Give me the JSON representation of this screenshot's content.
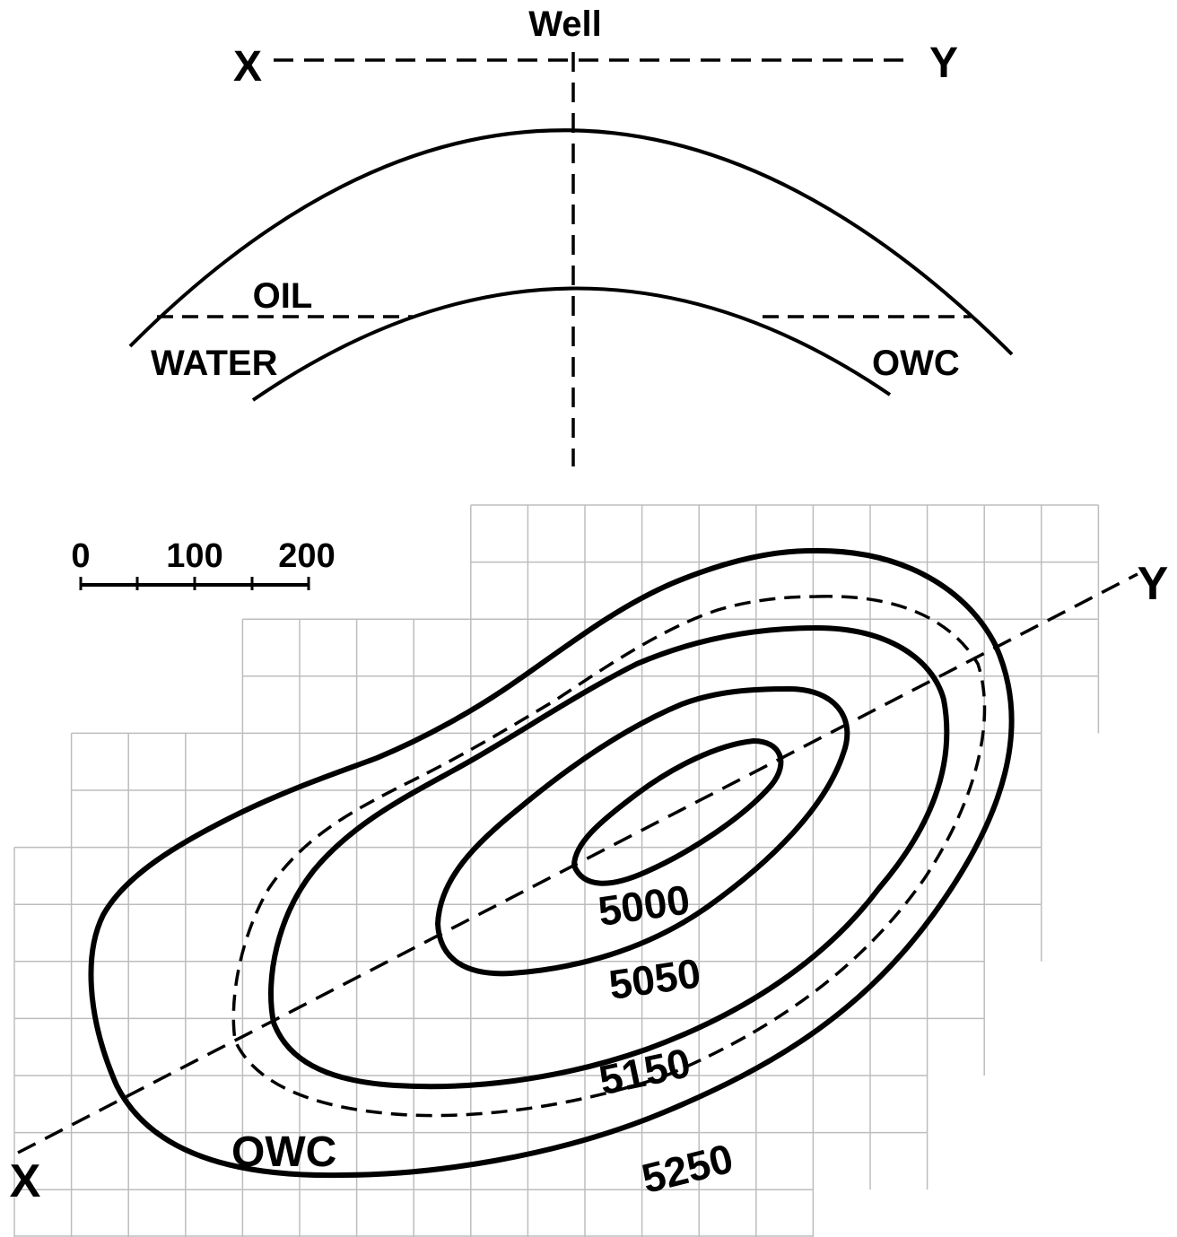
{
  "cross_section": {
    "well_label": "Well",
    "x_label": "X",
    "y_label": "Y",
    "oil_label": "OIL",
    "water_label": "WATER",
    "owc_label": "OWC"
  },
  "map": {
    "scale_bar": {
      "ticks": [
        "0",
        "100",
        "200"
      ]
    },
    "x_label": "X",
    "y_label": "Y",
    "owc_label": "OWC",
    "contour_labels": [
      "5000",
      "5050",
      "5150",
      "5250"
    ]
  },
  "colors": {
    "ink": "#000000",
    "grid": "#bdbdbd",
    "background": "#ffffff"
  }
}
